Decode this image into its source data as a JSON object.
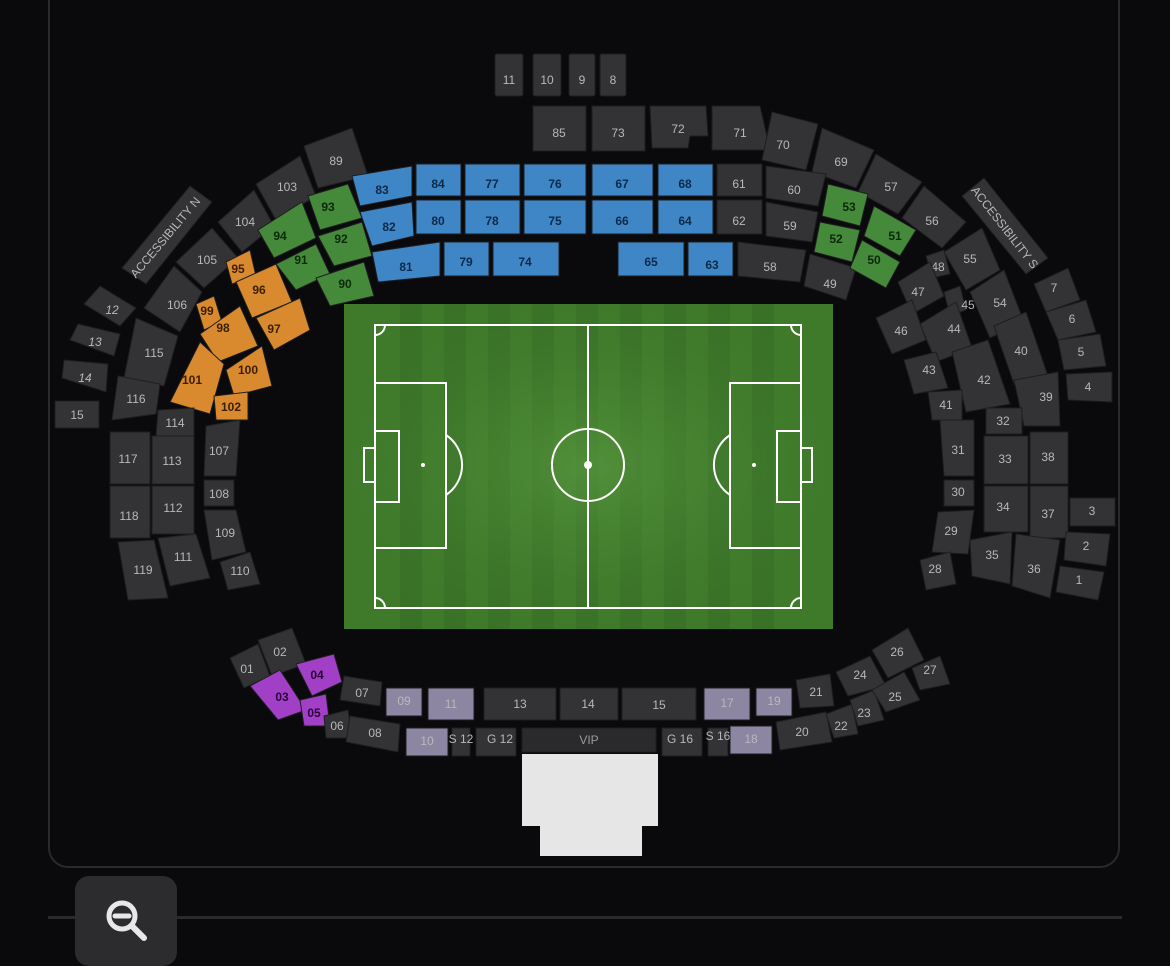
{
  "colors": {
    "background": "#0a0a0c",
    "section_unavailable": "#333336",
    "section_blue": "#3f86c6",
    "section_green": "#45893a",
    "section_orange": "#d98a2e",
    "section_purple": "#a23fc7",
    "section_lilac": "#8d86a3",
    "pitch": "#3f7a2b"
  },
  "sections": {
    "s11": "11",
    "s10": "10",
    "s9": "9",
    "s8": "8",
    "s85": "85",
    "s73": "73",
    "s72": "72",
    "s71": "71",
    "s89": "89",
    "s70": "70",
    "s69": "69",
    "s57": "57",
    "s56": "56",
    "s103": "103",
    "s104": "104",
    "s105": "105",
    "s106": "106",
    "s93": "93",
    "s94": "94",
    "s92": "92",
    "s91": "91",
    "s90": "90",
    "s83": "83",
    "s84": "84",
    "s77": "77",
    "s76": "76",
    "s67": "67",
    "s68": "68",
    "s61": "61",
    "s60": "60",
    "s82": "82",
    "s80": "80",
    "s78": "78",
    "s75": "75",
    "s66": "66",
    "s64": "64",
    "s62": "62",
    "s59": "59",
    "s81": "81",
    "s79": "79",
    "s74": "74",
    "s65": "65",
    "s63": "63",
    "s58": "58",
    "s49": "49",
    "s53": "53",
    "s51": "51",
    "s52": "52",
    "s50": "50",
    "s55": "55",
    "s48": "48",
    "s47": "47",
    "s45": "45",
    "s54": "54",
    "s46": "46",
    "s44": "44",
    "s95": "95",
    "s96": "96",
    "s99": "99",
    "s98": "98",
    "s97": "97",
    "s101": "101",
    "s100": "100",
    "s102": "102",
    "s115": "115",
    "s116": "116",
    "s114": "114",
    "s117": "117",
    "s113": "113",
    "s107": "107",
    "s108": "108",
    "s118": "118",
    "s112": "112",
    "s109": "109",
    "s119": "119",
    "s111": "111",
    "s110": "110",
    "s43": "43",
    "s42": "42",
    "s40": "40",
    "s41": "41",
    "s39": "39",
    "s32": "32",
    "s31": "31",
    "s33": "33",
    "s38": "38",
    "s30": "30",
    "s34": "34",
    "s37": "37",
    "s29": "29",
    "s35": "35",
    "s36": "36",
    "s28": "28",
    "e12": "12",
    "e13": "13",
    "e14": "14",
    "e15": "15",
    "e7": "7",
    "e6": "6",
    "e5": "5",
    "e4": "4",
    "e3": "3",
    "e2": "2",
    "e1": "1",
    "acc_n": "ACCESSIBILITY N",
    "acc_s": "ACCESSIBILITY S",
    "b01": "01",
    "b02": "02",
    "b03": "03",
    "b04": "04",
    "b05": "05",
    "b06": "06",
    "b07": "07",
    "b08": "08",
    "b09": "09",
    "b10": "10",
    "b11": "11",
    "b13": "13",
    "b14": "14",
    "b15": "15",
    "b17": "17",
    "b18": "18",
    "b19": "19",
    "b20": "20",
    "b21": "21",
    "b22": "22",
    "b23": "23",
    "b24": "24",
    "b25": "25",
    "b26": "26",
    "b27": "27",
    "s12": "S 12",
    "s16": "S 16",
    "g12": "G 12",
    "g16": "G 16",
    "vip": "VIP"
  },
  "zoom_out": {
    "icon": "zoom-out-icon"
  }
}
